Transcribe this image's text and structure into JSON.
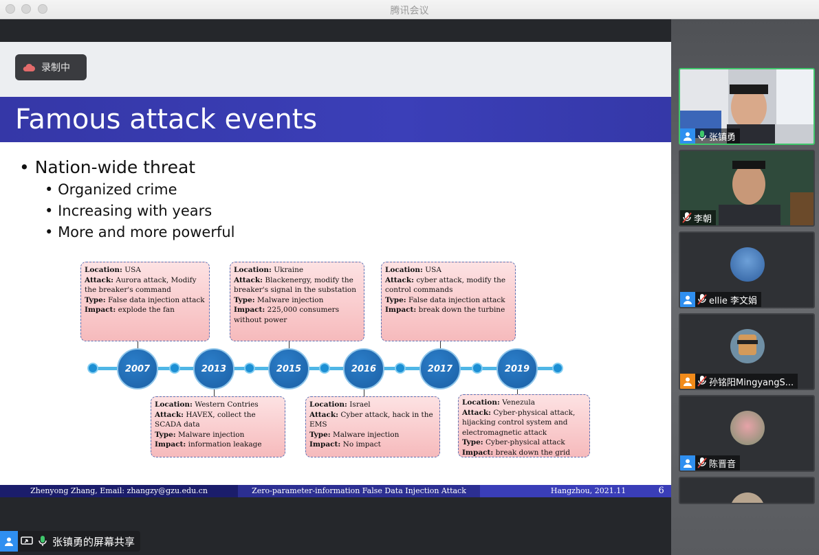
{
  "window": {
    "title": "腾讯会议"
  },
  "recording": {
    "label": "录制中"
  },
  "slide": {
    "title": "Famous attack events",
    "bullets": [
      {
        "text": "Nation-wide threat"
      },
      {
        "text": "Organized crime"
      },
      {
        "text": "Increasing with years"
      },
      {
        "text": "More and more powerful"
      }
    ],
    "timeline": {
      "years": [
        "2007",
        "2013",
        "2015",
        "2016",
        "2017",
        "2019"
      ],
      "events": [
        {
          "year": "2007",
          "location": "USA",
          "attack": "Aurora attack, Modify the breaker's command",
          "type": "False data injection attack",
          "impact": "explode the fan"
        },
        {
          "year": "2013",
          "location": "Western Contries",
          "attack": "HAVEX, collect the SCADA data",
          "type": "Malware injection",
          "impact": "information leakage"
        },
        {
          "year": "2015",
          "location": "Ukraine",
          "attack": "Blackenergy, modify the breaker's signal in the substation",
          "type": "Malware injection",
          "impact": "225,000 consumers without power"
        },
        {
          "year": "2016",
          "location": "Israel",
          "attack": "Cyber attack, hack in the EMS",
          "type": "Malware injection",
          "impact": "No impact"
        },
        {
          "year": "2017",
          "location": "USA",
          "attack": "cyber attack, modify the control commands",
          "type": "False data injection attack",
          "impact": "break down the turbine"
        },
        {
          "year": "2019",
          "location": "Venezula",
          "attack": "Cyber-physical attack, hijacking control system and electromagnetic attack",
          "type": "Cyber-physical attack",
          "impact": "break down the grid"
        }
      ],
      "field_labels": {
        "location": "Location:",
        "attack": "Attack:",
        "type": "Type:",
        "impact": "Impact:"
      }
    },
    "footer": {
      "author": "Zhenyong Zhang, Email: zhangzy@gzu.edu.cn",
      "talk": "Zero-parameter-information False Data Injection Attack",
      "place": "Hangzhou, 2021.11",
      "page": "6",
      "colors": [
        "#1b1d6b",
        "#2c2f92",
        "#3a3eb8"
      ]
    }
  },
  "participants": [
    {
      "name": "张镇勇",
      "mic": "on",
      "badge": "blue"
    },
    {
      "name": "李朝",
      "mic": "muted",
      "badge": "none"
    },
    {
      "name": "ellie 李文娟",
      "mic": "muted",
      "badge": "blue"
    },
    {
      "name": "孙铭阳MingyangS...",
      "mic": "muted",
      "badge": "orange"
    },
    {
      "name": "陈晋音",
      "mic": "muted",
      "badge": "blue"
    }
  ],
  "bottom": {
    "share_label": "张镇勇的屏幕共享"
  },
  "colors": {
    "accent_green": "#3fc76b",
    "slide_title_bg": "#3a3db5",
    "badge_blue": "#2f8ff0",
    "badge_orange": "#f28b1a",
    "mute_red": "#e2463c"
  }
}
